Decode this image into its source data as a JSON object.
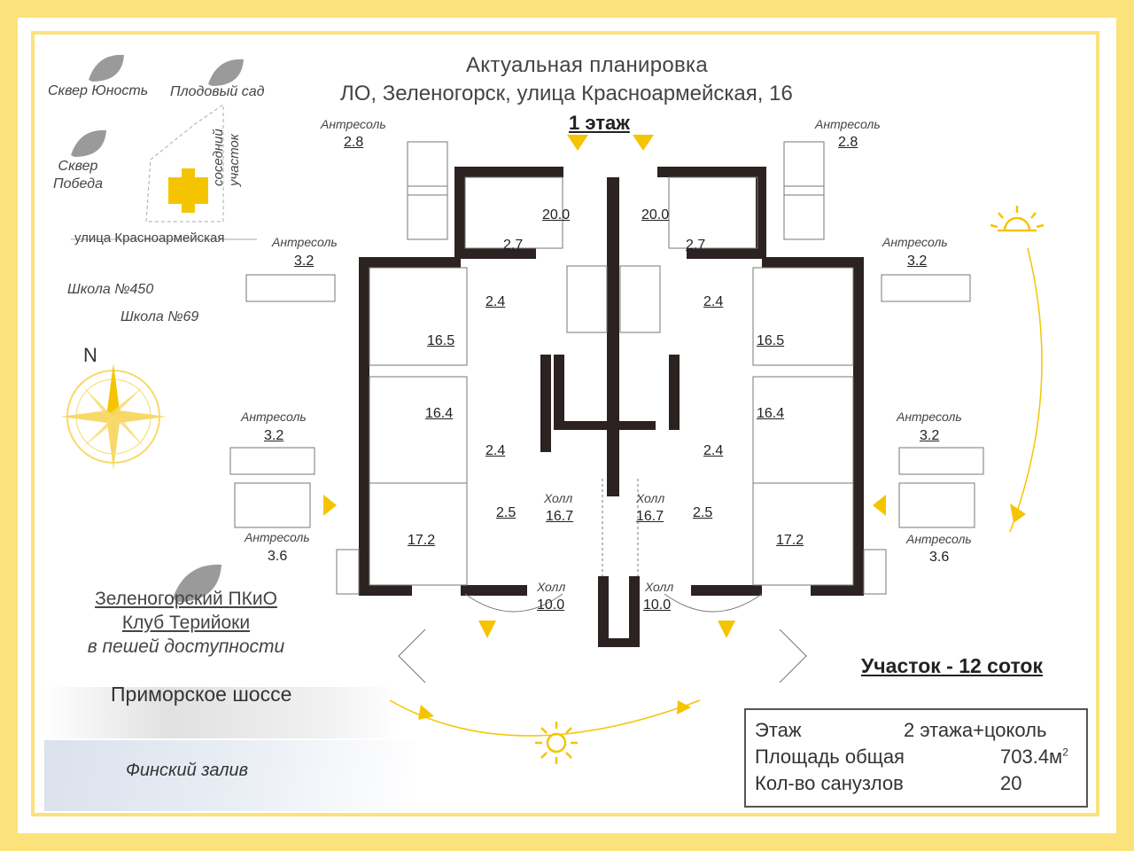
{
  "header": {
    "line1": "Актуальная планировка",
    "line2": "ЛО, Зеленогорск, улица Красноармейская, 16",
    "floor": "1 этаж"
  },
  "site_map": {
    "places": [
      "Сквер Юность",
      "Плодовый сад",
      "Сквер Победа"
    ],
    "neighbor": "соседний участок",
    "street": "улица Красноармейская",
    "schools": [
      "Школа №450",
      "Школа №69"
    ],
    "north": "N"
  },
  "plan": {
    "mezzanines": [
      {
        "label": "Антресоль",
        "area": "2.8"
      },
      {
        "label": "Антресоль",
        "area": "2.8"
      },
      {
        "label": "Антресоль",
        "area": "3.2"
      },
      {
        "label": "Антресоль",
        "area": "3.2"
      },
      {
        "label": "Антресоль",
        "area": "3.2"
      },
      {
        "label": "Антресоль",
        "area": "3.2"
      },
      {
        "label": "Антресоль",
        "area": "3.6"
      },
      {
        "label": "Антресоль",
        "area": "3.6"
      }
    ],
    "rooms_left": [
      "20.0",
      "2.7",
      "2.4",
      "16.5",
      "16.4",
      "2.4",
      "2.5",
      "17.2"
    ],
    "rooms_right": [
      "20.0",
      "2.7",
      "2.4",
      "16.5",
      "16.4",
      "2.4",
      "2.5",
      "17.2"
    ],
    "halls": [
      {
        "label": "Холл",
        "area": "16.7"
      },
      {
        "label": "Холл",
        "area": "16.7"
      },
      {
        "label": "Холл",
        "area": "10.0"
      },
      {
        "label": "Холл",
        "area": "10.0"
      }
    ]
  },
  "park": {
    "line1": "Зеленогорский ПКиО",
    "line2": "Клуб Терийоки",
    "line3": "в пешей доступности"
  },
  "road": "Приморское шоссе",
  "sea": "Финский залив",
  "plot": {
    "title": "Участок - 12 соток",
    "rows": [
      {
        "label": "Этаж",
        "value": "2 этажа+цоколь"
      },
      {
        "label": "Площадь общая",
        "value": "703.4м",
        "sup": "2"
      },
      {
        "label": "Кол-во санузлов",
        "value": "20"
      }
    ]
  },
  "colors": {
    "frame": "#fbe27a",
    "accent": "#f5c400",
    "wall": "#2d2222"
  }
}
